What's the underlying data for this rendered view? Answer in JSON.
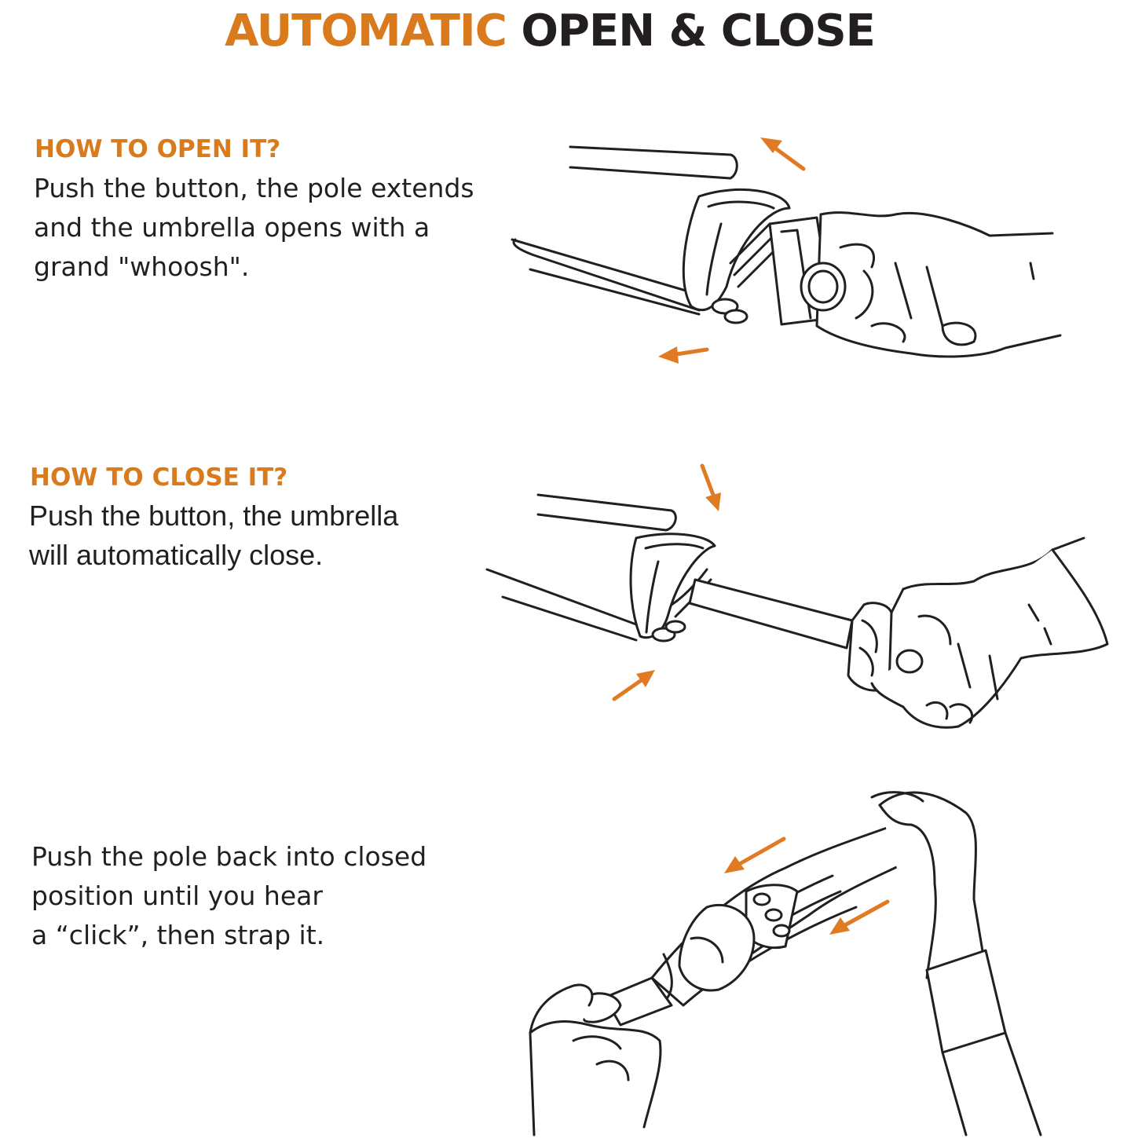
{
  "title": {
    "accent": "AUTOMATIC",
    "rest": "OPEN & CLOSE"
  },
  "steps": [
    {
      "heading": "HOW TO OPEN IT?",
      "lines": [
        "Push the button, the pole extends",
        "and the umbrella opens with a",
        "grand \"whoosh\"."
      ]
    },
    {
      "heading": "HOW TO CLOSE IT?",
      "lines": [
        "Push the button, the umbrella",
        "will automatically close."
      ]
    },
    {
      "heading": "",
      "lines": [
        "Push the pole back into closed",
        "position until you hear",
        "a “click”, then strap it."
      ]
    }
  ],
  "colors": {
    "accent": "#d97a1c",
    "text": "#231f20",
    "arrow": "#e07b24"
  }
}
